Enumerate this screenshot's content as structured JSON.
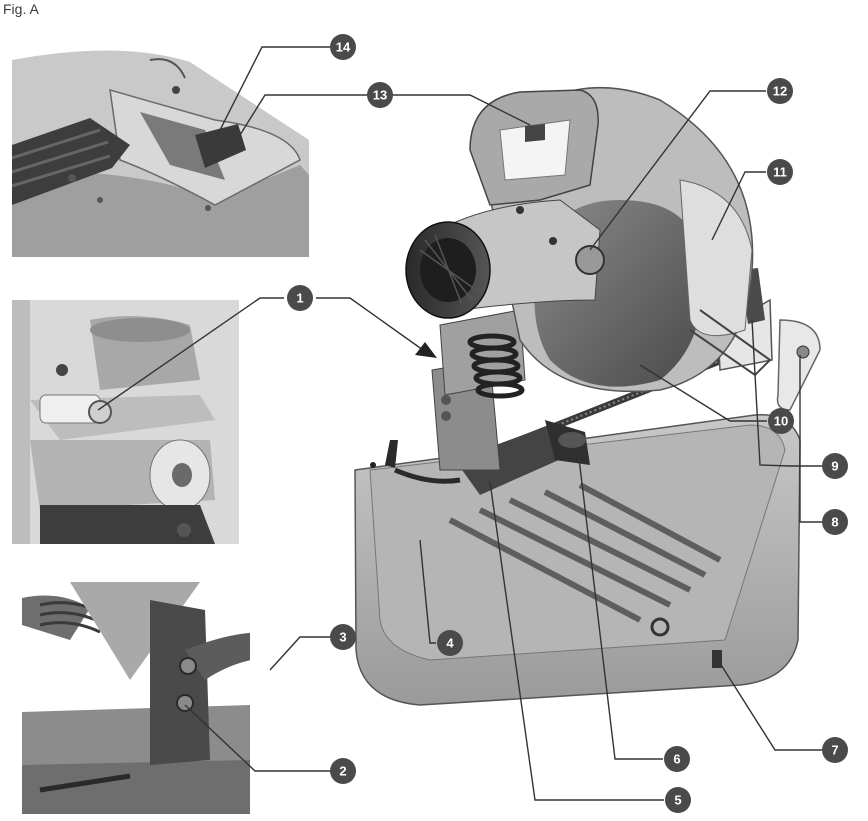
{
  "figure": {
    "label": "Fig. A"
  },
  "callouts": [
    "14",
    "13",
    "12",
    "11",
    "1",
    "10",
    "9",
    "8",
    "3",
    "4",
    "2",
    "6",
    "5",
    "7"
  ],
  "colors": {
    "callout_fill": "#4a4a4a",
    "callout_text": "#ffffff",
    "leader": "#333333",
    "body_light": "#d2d2d2",
    "body_mid": "#a9a9a9",
    "body_dark": "#5e5e5e",
    "motor": "#2e2e2e"
  }
}
